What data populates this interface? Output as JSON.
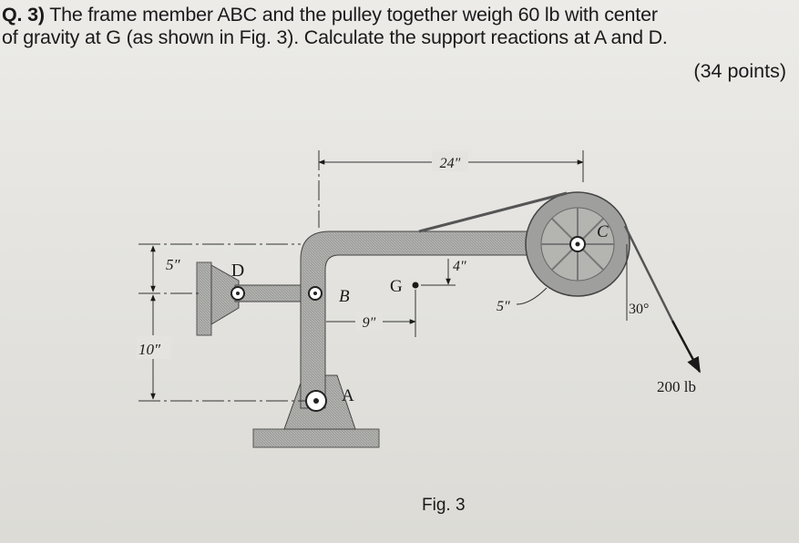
{
  "question": {
    "number": "Q. 3)",
    "line1": "The frame member ABC and the pulley together weigh 60 lb with center",
    "line2": "of gravity at G (as shown in Fig. 3). Calculate the support reactions at A and D.",
    "points": "(34 points)"
  },
  "figure": {
    "caption": "Fig. 3",
    "labels": {
      "A": "A",
      "B": "B",
      "C": "C",
      "D": "D",
      "G": "G"
    },
    "dimensions": {
      "width_24": "24″",
      "dim_5_top": "5″",
      "dim_10": "10″",
      "dim_4": "4″",
      "dim_9": "9″",
      "dim_5_pulley": "5″"
    },
    "angle": "30°",
    "force": "200 lb"
  }
}
